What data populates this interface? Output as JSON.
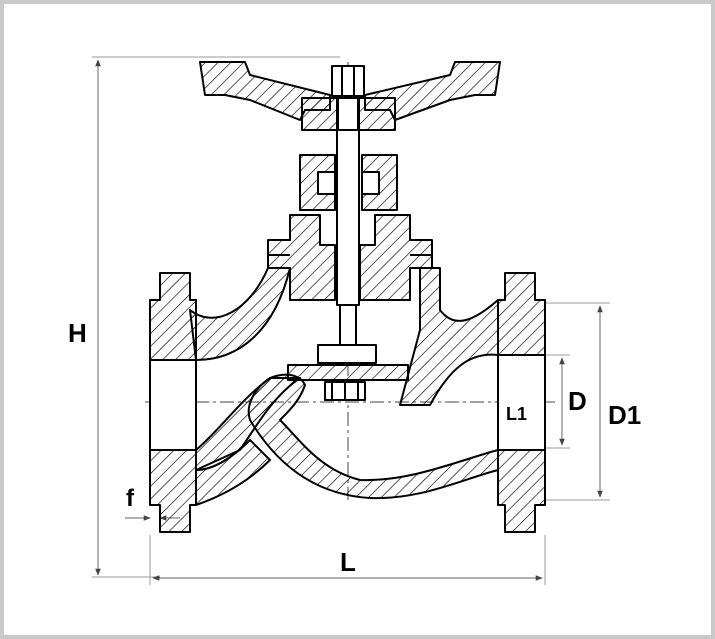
{
  "diagram": {
    "labels": {
      "height": "H",
      "length": "L",
      "bore": "D",
      "flange_outer": "D1",
      "flange_thickness": "L1",
      "raised_face": "f"
    },
    "colors": {
      "line": "#000000",
      "dimension_line": "#555555",
      "hatch": "#000000",
      "frame": "#c9c9c9"
    }
  }
}
